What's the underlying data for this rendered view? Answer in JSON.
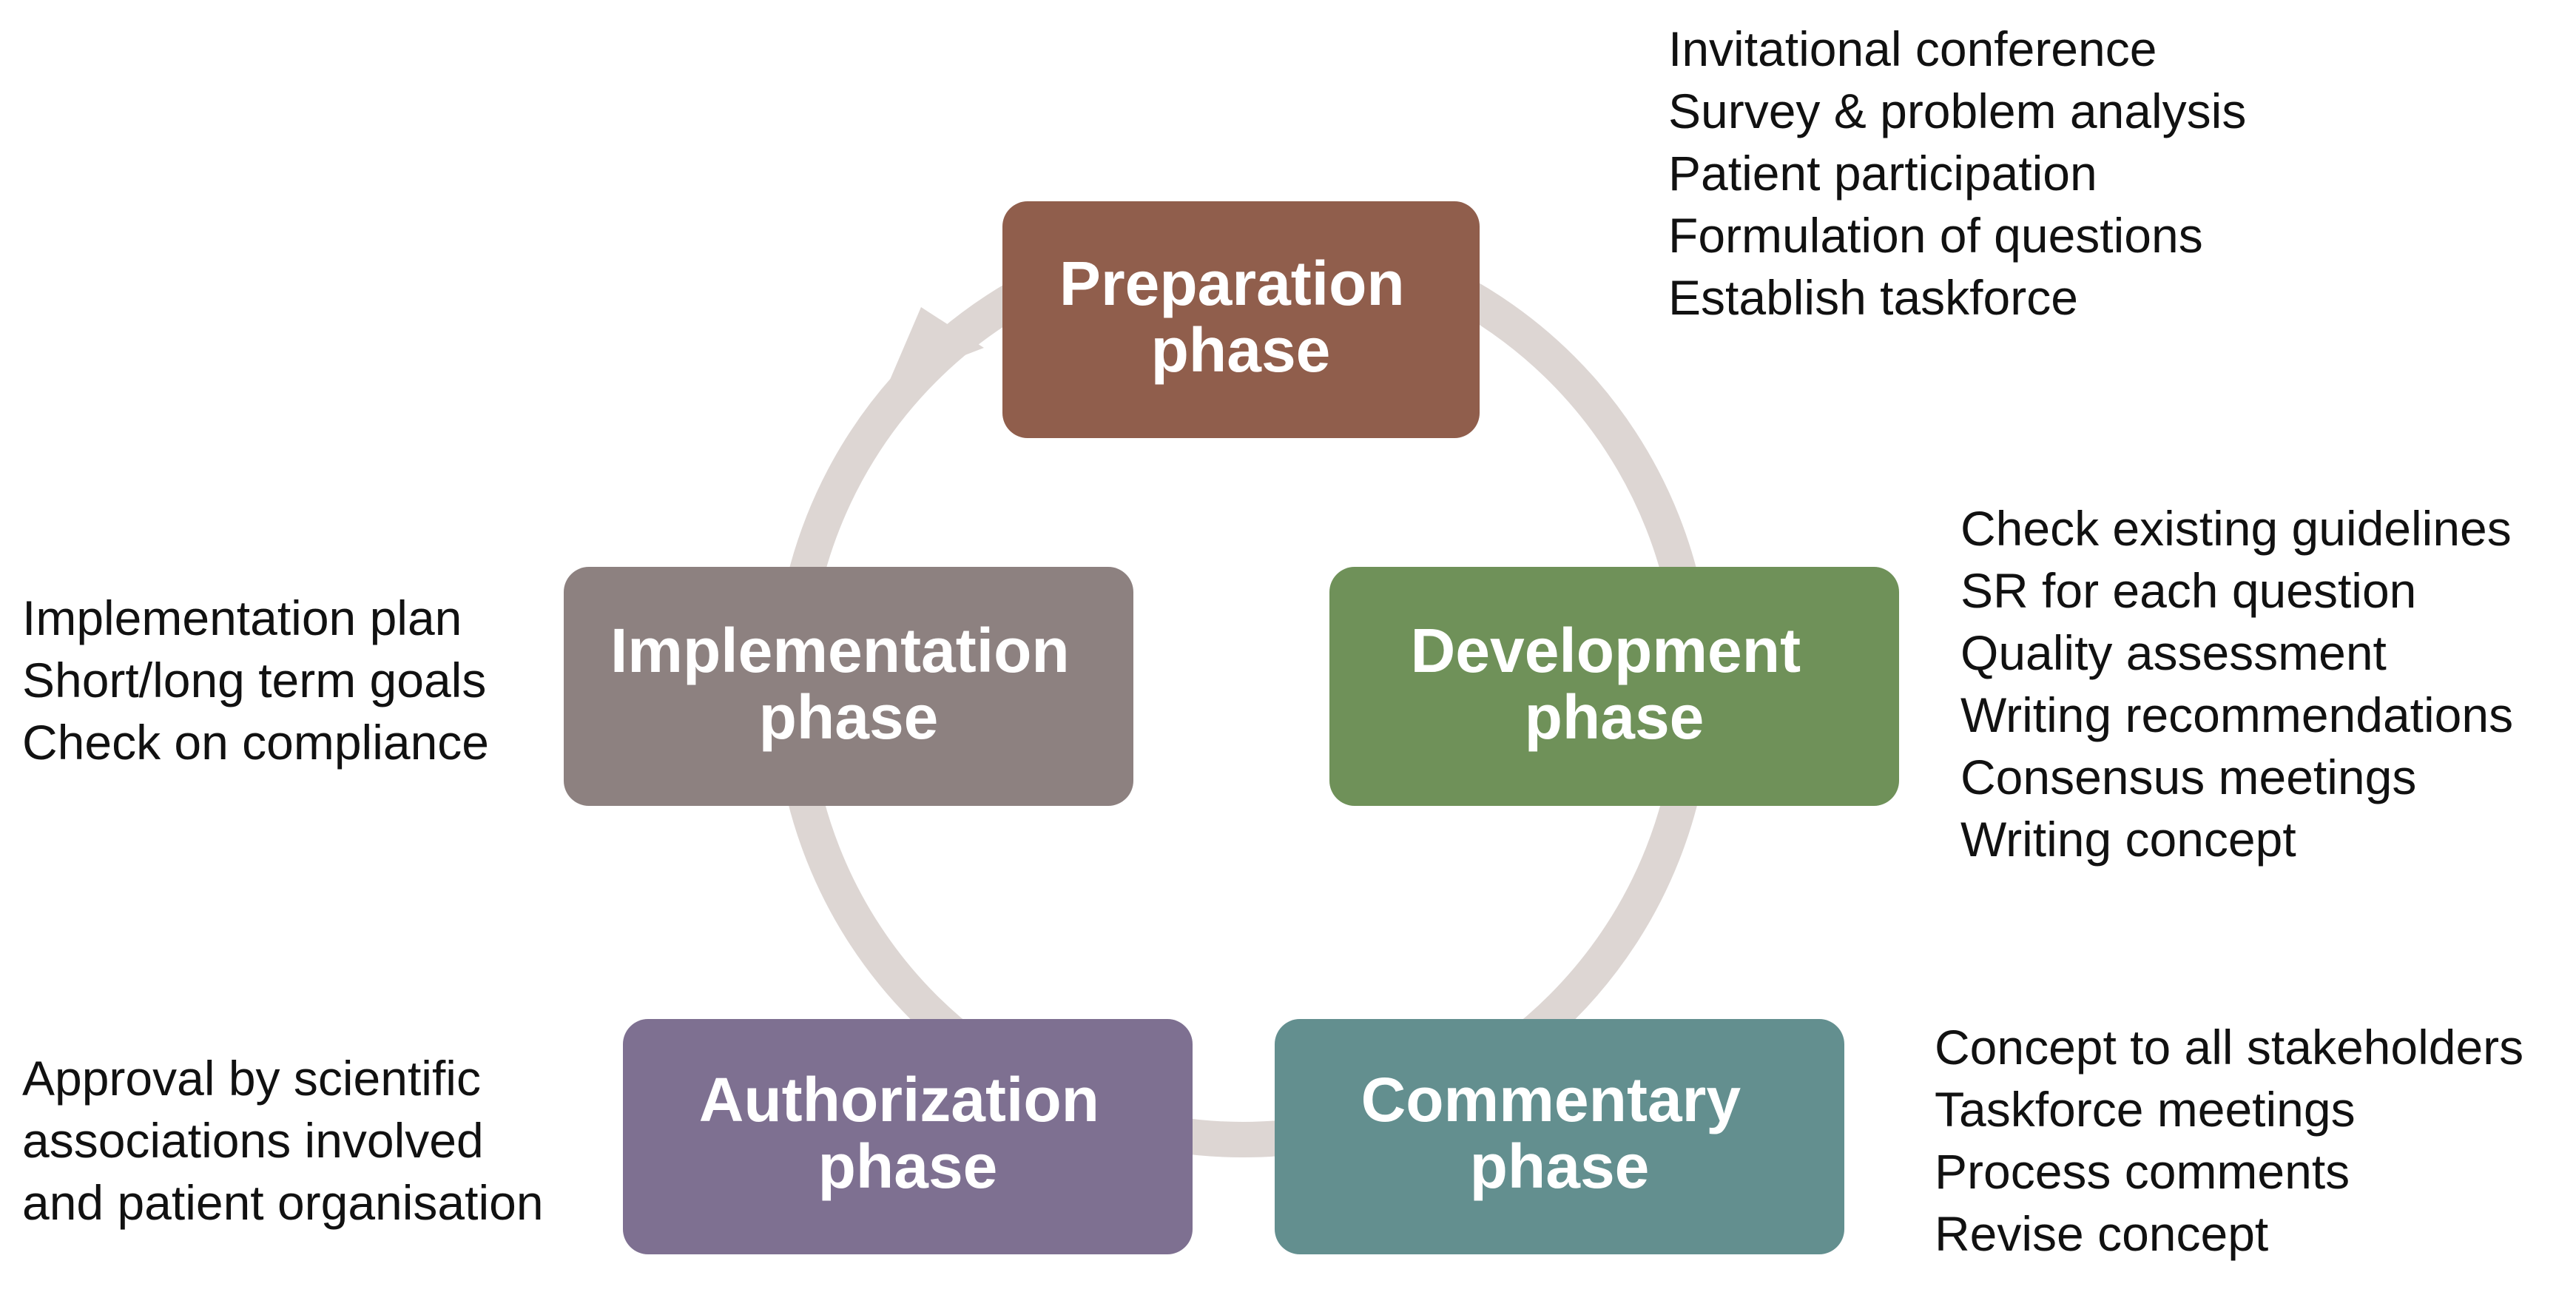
{
  "phases": {
    "preparation": {
      "line1": "Preparation",
      "line2": "phase",
      "color": "#905E4C"
    },
    "development": {
      "line1": "Development",
      "line2": "phase",
      "color": "#6F9159"
    },
    "commentary": {
      "line1": "Commentary",
      "line2": "phase",
      "color": "#638F8F"
    },
    "authorization": {
      "line1": "Authorization",
      "line2": "phase",
      "color": "#7E7091"
    },
    "implementation": {
      "line1": "Implementation",
      "line2": "phase",
      "color": "#8D8180"
    }
  },
  "cycle_color": "#DDD6D3",
  "notes": {
    "preparation": [
      "Invitational conference",
      "Survey & problem analysis",
      "Patient participation",
      "Formulation of questions",
      "Establish taskforce"
    ],
    "development": [
      "Check existing guidelines",
      "SR for each question",
      "Quality assessment",
      "Writing recommendations",
      "Consensus meetings",
      "Writing concept"
    ],
    "commentary": [
      "Concept to all stakeholders",
      "Taskforce meetings",
      "Process comments",
      "Revise concept"
    ],
    "authorization": [
      "Approval by scientific",
      "associations involved",
      "and patient organisation"
    ],
    "implementation": [
      "Implementation plan",
      "Short/long term goals",
      "Check on compliance"
    ]
  }
}
